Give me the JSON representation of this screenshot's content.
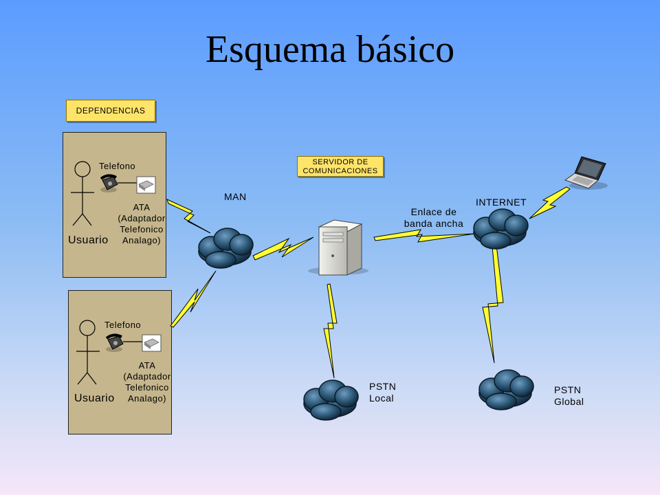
{
  "title": "Esquema básico",
  "dependencias": "DEPENDENCIAS",
  "servidor": [
    "SERVIDOR DE",
    "COMUNICACIONES"
  ],
  "man": "MAN",
  "internet": "INTERNET",
  "enlace": [
    "Enlace de",
    "banda ancha"
  ],
  "pstn_local": [
    "PSTN",
    "Local"
  ],
  "pstn_global": [
    "PSTN",
    "Global"
  ],
  "units": [
    {
      "telefono": "Telefono",
      "ata": [
        "ATA",
        "(Adaptador",
        "Telefonico",
        "Analago)"
      ],
      "usuario": "Usuario"
    },
    {
      "telefono": "Telefono",
      "ata": [
        "ATA",
        "(Adaptador",
        "Telefonico",
        "Analago)"
      ],
      "usuario": "Usuario"
    }
  ],
  "colors": {
    "lightning": "#ffff33",
    "cloud": "#2d5877",
    "panel": "#c5b68d",
    "tag": "#ffe46a"
  }
}
